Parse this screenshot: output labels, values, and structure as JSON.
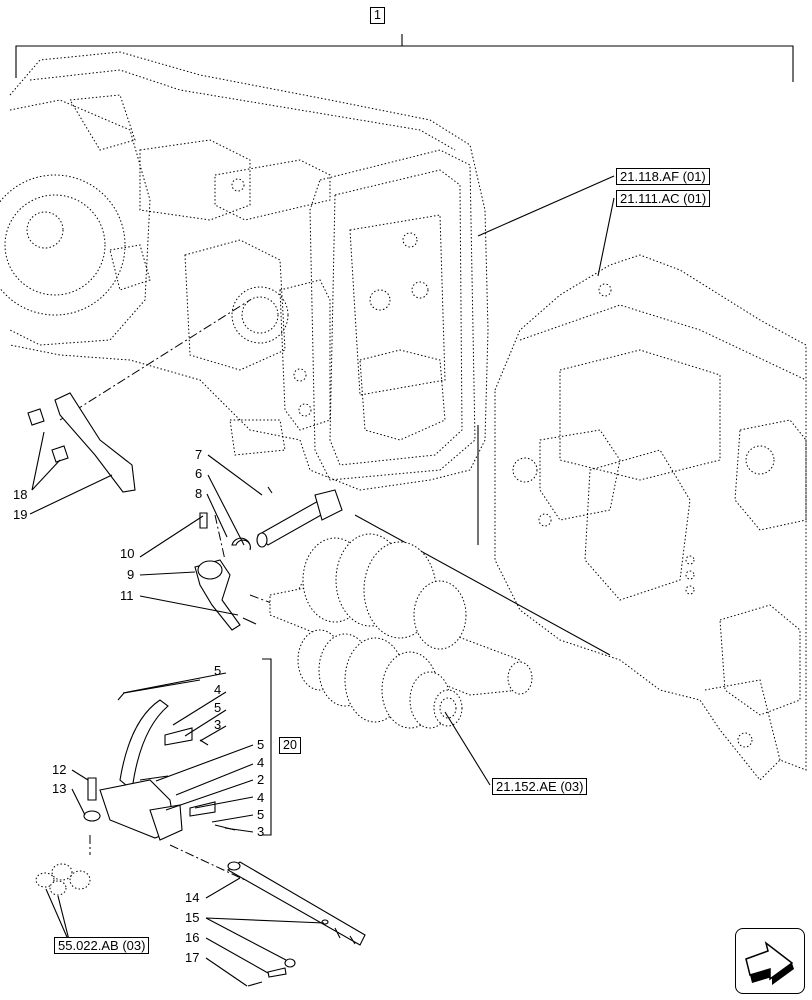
{
  "assembly_ref": "1",
  "kit_ref": "20",
  "part_numbers": [
    "2",
    "3",
    "4",
    "5",
    "6",
    "7",
    "8",
    "9",
    "10",
    "11",
    "12",
    "13",
    "14",
    "15",
    "16",
    "17",
    "18",
    "19"
  ],
  "kit_callouts": [
    "5",
    "4",
    "5",
    "3",
    "5",
    "4",
    "2",
    "4",
    "5",
    "3"
  ],
  "cross_refs": {
    "rear_housing": "21.118.AF (01)",
    "front_housing": "21.111.AC (01)",
    "gear_set": "21.152.AE (03)",
    "fittings": "55.022.AB (03)"
  },
  "nav_icon": "next-page-arrow-icon"
}
